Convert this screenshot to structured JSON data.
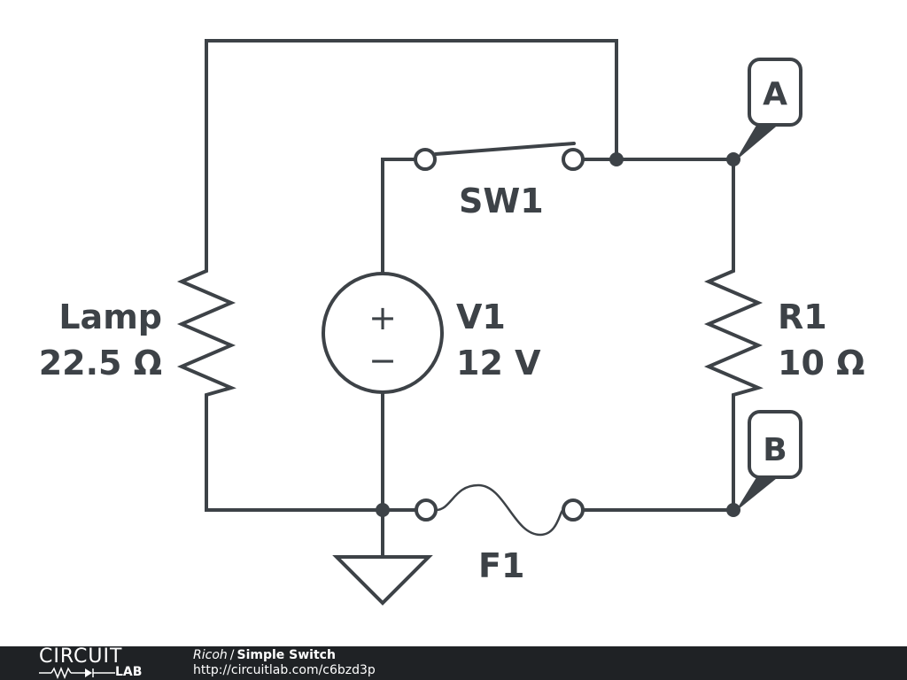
{
  "components": {
    "lamp": {
      "name": "Lamp",
      "value": "22.5 Ω"
    },
    "switch": {
      "name": "SW1"
    },
    "source": {
      "name": "V1",
      "value": "12 V",
      "plus": "+",
      "minus": "−"
    },
    "resistor": {
      "name": "R1",
      "value": "10 Ω"
    },
    "fuse": {
      "name": "F1"
    }
  },
  "probes": {
    "a": "A",
    "b": "B"
  },
  "footer": {
    "logo_top": "CIRCUIT",
    "logo_bottom": "LAB",
    "author": "Ricoh",
    "separator": "/",
    "title": "Simple Switch",
    "url": "http://circuitlab.com/c6bzd3p"
  },
  "colors": {
    "ink": "#3d4247",
    "footer_bg": "#1f2225",
    "background": "#ffffff"
  }
}
